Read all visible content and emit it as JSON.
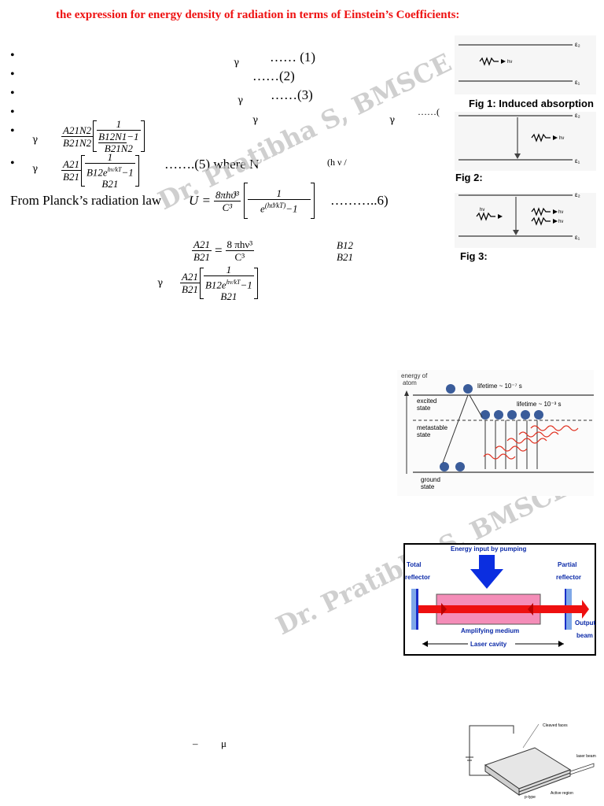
{
  "title": "the expression for energy density of radiation in terms of Einstein’s Coefficients:",
  "bullet_symbol": "•",
  "gamma": "γ",
  "eq_labels": {
    "eq1": "…… (1)",
    "eq2": "……(2)",
    "eq3": "……(3)",
    "eq4": "……(",
    "eq5": "…….(5)  where N",
    "eq5_tail": "(h ν /",
    "eq6": "………..6)"
  },
  "eq4_frac": {
    "num": "A21N2",
    "den": "B21N2",
    "inner_num": "1",
    "inner_den_a": "B12N1",
    "inner_den_b": "B21N2",
    "minus": "−1"
  },
  "eq5_frac": {
    "num": "A21",
    "den": "B21",
    "inner_num": "1",
    "inner_den_a": "B12",
    "inner_den_b": "B21",
    "exp": "hν/kT",
    "minus": "−1"
  },
  "planck": {
    "text": "From Planck’s radiation law",
    "lhs": "U =",
    "num": "8πhϑ³",
    "den": "C³",
    "inner_num": "1",
    "inner_exp": "(hϑ/kT)",
    "minus": "−1"
  },
  "ratio": {
    "num": "A21",
    "den": "B21",
    "eq": "=",
    "rnum": "8 πhν³",
    "rden": "C³",
    "b_num": "B12",
    "b_den": "B21"
  },
  "last_eq": {
    "num": "A21",
    "den": "B21",
    "inner_num": "1",
    "inner_den_a": "B12",
    "inner_den_b": "B21",
    "exp": "hν/kT",
    "minus": "−1"
  },
  "watermark": {
    "text1": "Dr. Pratibha S, BMSCE",
    "text2": "Dr. Pratibha S, BMSCE"
  },
  "figures": {
    "fig1_label": "Fig 1: Induced absorption",
    "fig2_label": "Fig 2:",
    "fig3_label": "Fig 3:",
    "e2": "ε₂",
    "e1": "ε₁",
    "hv": "hν"
  },
  "energy_diagram": {
    "ylabel_1": "energy of",
    "ylabel_2": "atom",
    "excited_1": "excited",
    "excited_2": "state",
    "meta_1": "metastable",
    "meta_2": "state",
    "ground_1": "ground",
    "ground_2": "state",
    "lifetime1": "lifetime ~ 10⁻⁷ s",
    "lifetime2": "lifetime ~ 10⁻³ s"
  },
  "laser_cavity": {
    "pump": "Energy input by pumping",
    "total_1": "Total",
    "total_2": "reflector",
    "partial_1": "Partial",
    "partial_2": "reflector",
    "output_1": "Output",
    "output_2": "beam",
    "medium": "Amplifying medium",
    "cavity": "Laser cavity"
  },
  "diode": {
    "cleaved": "Cleaved faces",
    "beam": "laser beam",
    "active": "Active region",
    "ptype": "p-type"
  },
  "misc": {
    "dash": "–",
    "mu": "μ"
  }
}
